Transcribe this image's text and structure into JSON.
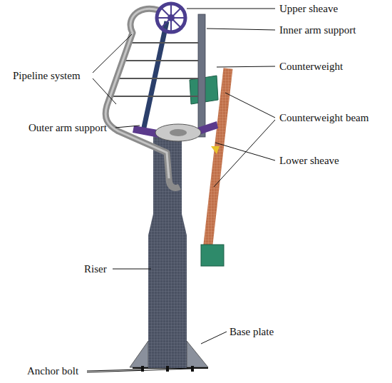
{
  "diagram": {
    "labels": [
      "Upper sheave",
      "Inner arm support",
      "Pipeline system",
      "Counterweight",
      "Outer arm support",
      "Counterweight beam",
      "Lower sheave",
      "Riser",
      "Base plate",
      "Anchor bolt"
    ]
  }
}
